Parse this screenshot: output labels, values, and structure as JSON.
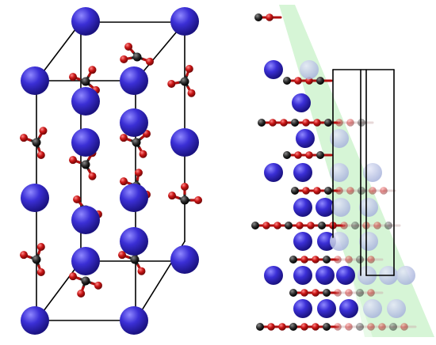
{
  "figure": {
    "panels": [
      {
        "id": "left",
        "view": "unit-cell-perspective"
      },
      {
        "id": "right",
        "view": "slab-side-view-with-plane"
      }
    ]
  },
  "colors": {
    "metal": "#2a1fb8",
    "metal_highlight": "#8f88ff",
    "carbon": "#1e1e1e",
    "oxygen": "#c01010",
    "cell_edge": "#000000",
    "plane": "#c8f2c8"
  },
  "atom_types": [
    "metal-atom",
    "carbon-atom",
    "oxygen-atom"
  ]
}
